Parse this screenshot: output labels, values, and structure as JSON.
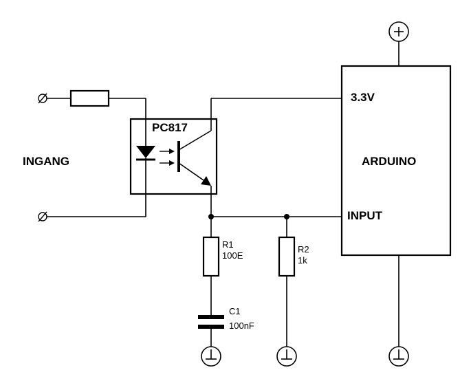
{
  "labels": {
    "input_block": "INGANG",
    "optocoupler": "PC817",
    "arduino": "ARDUINO",
    "supply_pin": "3.3V",
    "input_pin": "INPUT"
  },
  "components": {
    "r1": {
      "name": "R1",
      "value": "100E"
    },
    "r2": {
      "name": "R2",
      "value": "1k"
    },
    "c1": {
      "name": "C1",
      "value": "100nF"
    }
  },
  "symbols": {
    "positive_supply": "+",
    "terminal": "∅"
  }
}
